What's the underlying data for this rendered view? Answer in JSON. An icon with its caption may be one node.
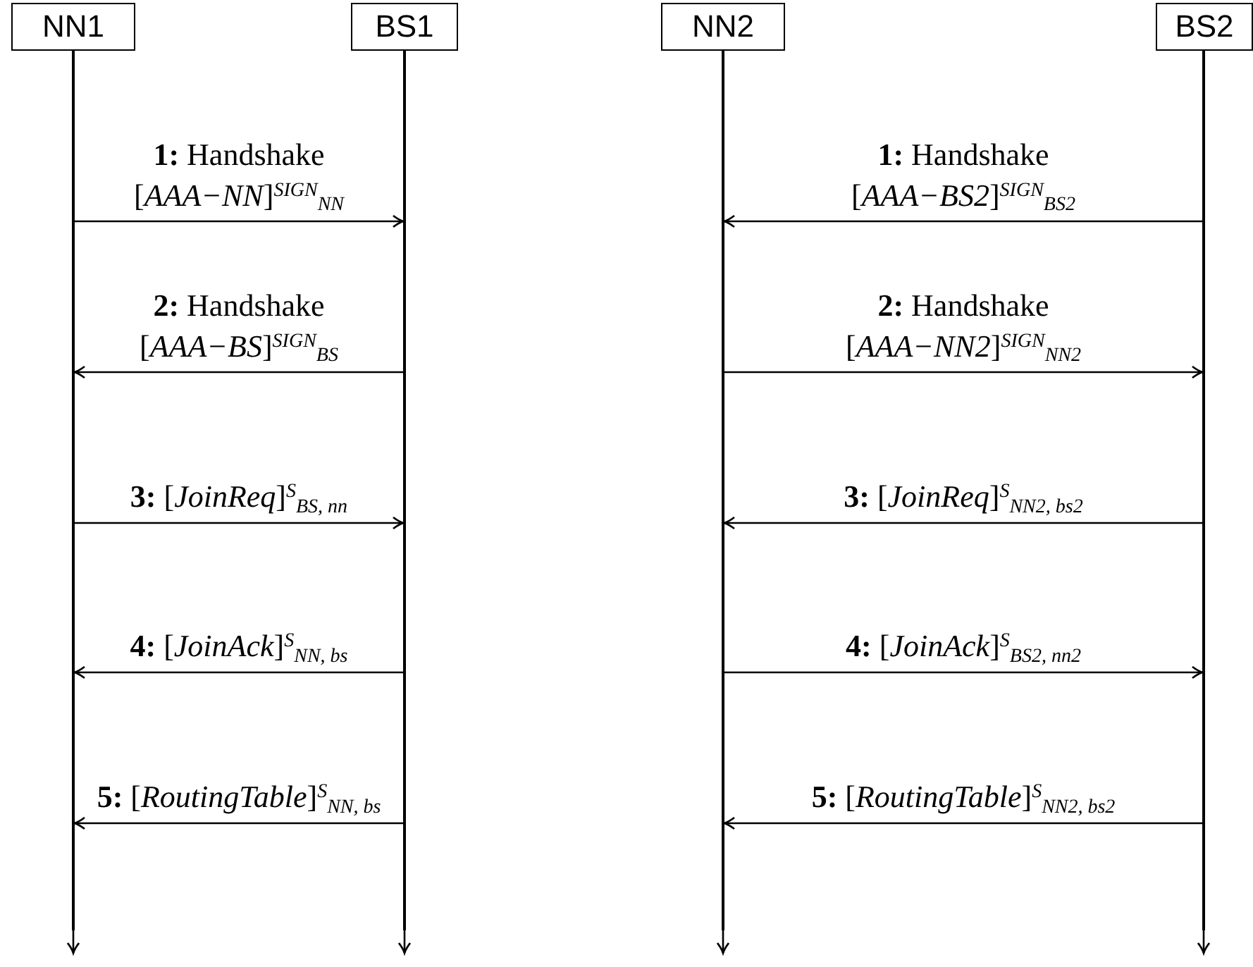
{
  "diagram": {
    "nodes": [
      {
        "text": [
          "NN1"
        ]
      },
      {
        "text": [
          "BS1"
        ]
      },
      {
        "text": [
          "NN2"
        ]
      },
      {
        "text": [
          "BS2"
        ]
      },
      {
        "text": [],
        "shape": "bar"
      },
      {
        "text": [],
        "shape": "bar"
      },
      {
        "text": [],
        "shape": "bar"
      },
      {
        "text": [],
        "shape": "bar"
      }
    ],
    "edges": [
      {
        "from": 4,
        "to": 5,
        "arrow": "to",
        "label": "**1:** Handshake [*AAA−NN*]$^{SIGN}$$_{NN}$"
      },
      {
        "from": 5,
        "to": 4,
        "arrow": "to",
        "label": "**2:** Handshake [*AAA−BS*]$^{SIGN}$$_{BS}$"
      },
      {
        "from": 4,
        "to": 5,
        "arrow": "to",
        "label": "**3:** [*JoinReq*]$^{S}$$_{BS, nn}$"
      },
      {
        "from": 5,
        "to": 4,
        "arrow": "to",
        "label": "**4:** [*JoinAck*]$^{S}$$_{NN, bs}$"
      },
      {
        "from": 5,
        "to": 4,
        "arrow": "to",
        "label": "**5:** [*RoutingTable*]$^{S}$$_{NN, bs}$"
      },
      {
        "from": 7,
        "to": 6,
        "arrow": "to",
        "label": "**1:** Handshake [*AAA−BS2*]$^{SIGN}$$_{BS2}$"
      },
      {
        "from": 6,
        "to": 7,
        "arrow": "to",
        "label": "**2:** Handshake [*AAA−NN2*]$^{SIGN}$$_{NN2}$"
      },
      {
        "from": 7,
        "to": 6,
        "arrow": "to",
        "label": "**3:** [*JoinReq*]$^{S}$$_{NN2, bs2}$"
      },
      {
        "from": 6,
        "to": 7,
        "arrow": "to",
        "label": "**4:** [*JoinAck*]$^{S}$$_{BS2, nn2}$"
      },
      {
        "from": 7,
        "to": 6,
        "arrow": "to",
        "label": "**5:** [*RoutingTable*]$^{S}$$_{NN2, bs2}$"
      },
      {
        "from": 4,
        "to": null,
        "arrow": "to"
      },
      {
        "from": 5,
        "to": null,
        "arrow": "to"
      },
      {
        "from": 6,
        "to": null,
        "arrow": "to"
      },
      {
        "from": 7,
        "to": null,
        "arrow": "to"
      }
    ]
  }
}
